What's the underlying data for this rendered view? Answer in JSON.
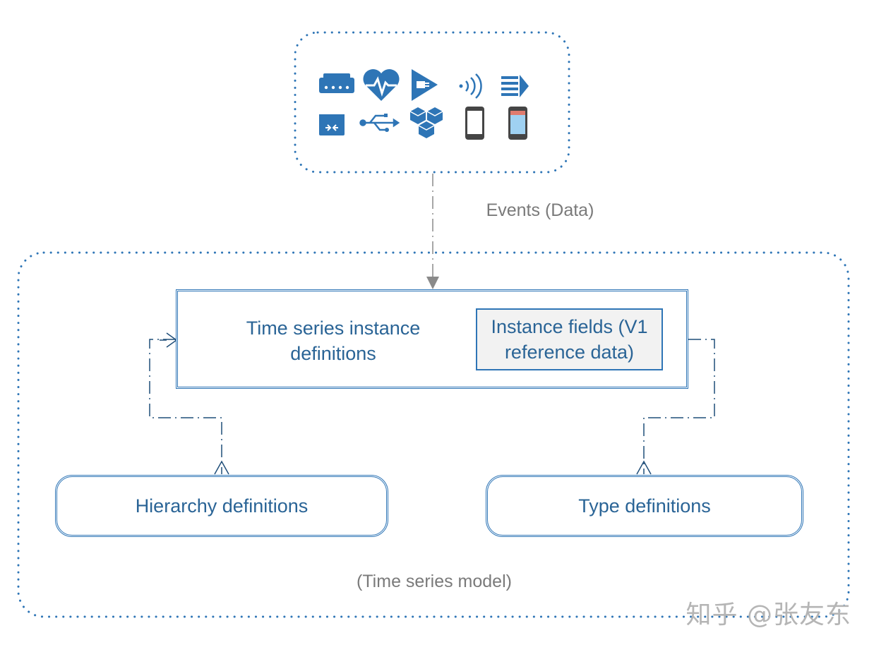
{
  "diagram": {
    "events_label": "Events (Data)",
    "instance_box_label": "Time series instance definitions",
    "instance_fields_label": "Instance fields (V1 reference data)",
    "hierarchy_label": "Hierarchy definitions",
    "type_label": "Type definitions",
    "model_label": "(Time series model)"
  },
  "source_icons": [
    "gateway-icon",
    "heart-monitor-icon",
    "power-plug-icon",
    "wireless-signal-icon",
    "stream-icon",
    "hub-switch-icon",
    "usb-icon",
    "cubes-icon",
    "smartphone-icon",
    "tablet-icon"
  ],
  "watermark": "知乎 @张友东",
  "colors": {
    "accent": "#2e75b6",
    "text": "#2a6496",
    "muted": "#7a7a7a"
  }
}
